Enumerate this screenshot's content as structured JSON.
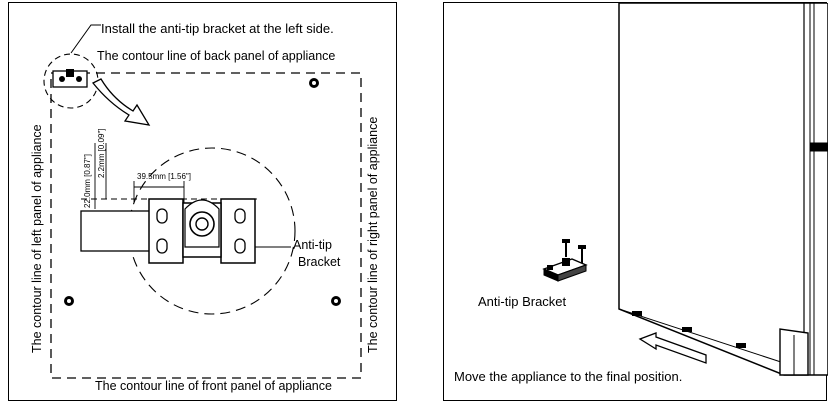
{
  "left_panel": {
    "instruction": "Install the anti-tip bracket at the left side.",
    "back_contour": "The contour line of back panel of appliance",
    "front_contour": "The contour line of front panel of appliance",
    "left_contour": "The contour line of left panel of appliance",
    "right_contour": "The contour line of right panel of appliance",
    "dim_vertical_1": "22.0mm [0.87\"]",
    "dim_vertical_2": "2.2mm [0.09\"]",
    "dim_horizontal": "39.5mm [1.56\"]",
    "bracket_label_1": "Anti-tip",
    "bracket_label_2": "Bracket"
  },
  "right_panel": {
    "bracket_label": "Anti-tip Bracket",
    "caption": "Move the appliance to the final position."
  }
}
